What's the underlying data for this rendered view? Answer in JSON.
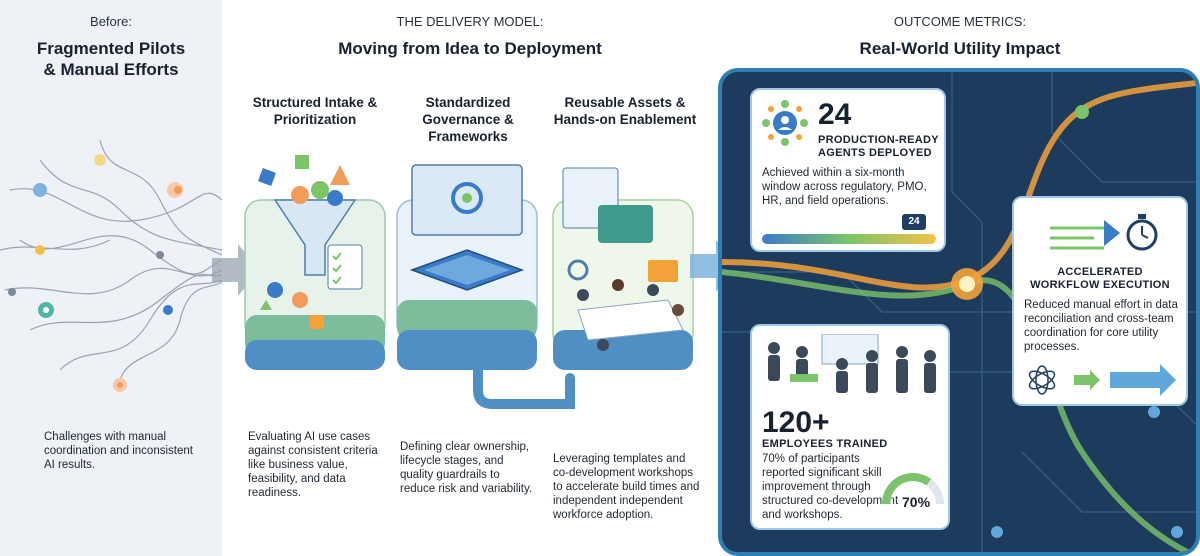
{
  "before": {
    "kicker": "Before:",
    "title_line1": "Fragmented Pilots",
    "title_line2": "& Manual Efforts",
    "caption": "Challenges with manual coordination and inconsistent AI results."
  },
  "delivery": {
    "kicker": "THE DELIVERY MODEL:",
    "title": "Moving from Idea to Deployment",
    "columns": [
      {
        "title": "Structured Intake & Prioritization",
        "desc": "Evaluating AI use cases against consistent criteria like business value, feasibility, and data readiness."
      },
      {
        "title": "Standardized Governance & Frameworks",
        "desc": "Defining clear ownership, lifecycle stages, and quality guardrails to reduce risk and variability."
      },
      {
        "title": "Reusable Assets & Hands-on Enablement",
        "desc": "Leveraging templates and co-development workshops to accelerate build times and independent independent workforce adoption."
      }
    ]
  },
  "outcomes": {
    "kicker": "OUTCOME METRICS:",
    "title": "Real-World Utility Impact",
    "agents": {
      "number": "24",
      "label_line1": "PRODUCTION-READY",
      "label_line2": "AGENTS DEPLOYED",
      "desc": "Achieved within a six-month window across regulatory, PMO, HR, and field operations.",
      "badge": "24"
    },
    "workflow": {
      "label_line1": "ACCELERATED",
      "label_line2": "WORKFLOW EXECUTION",
      "desc": "Reduced manual effort in data reconciliation and cross-team coordination for core utility processes."
    },
    "employees": {
      "number": "120+",
      "label": "EMPLOYEES TRAINED",
      "desc": "70% of participants reported significant skill improvement through structured co-development and workshops.",
      "gauge_value": "70%",
      "gauge_fraction": 0.7
    }
  },
  "colors": {
    "accent_blue": "#2f7fb4",
    "accent_green": "#7cc46a",
    "panel_dark": "#1d3b5c",
    "highlight_orange": "#f3a23a"
  }
}
